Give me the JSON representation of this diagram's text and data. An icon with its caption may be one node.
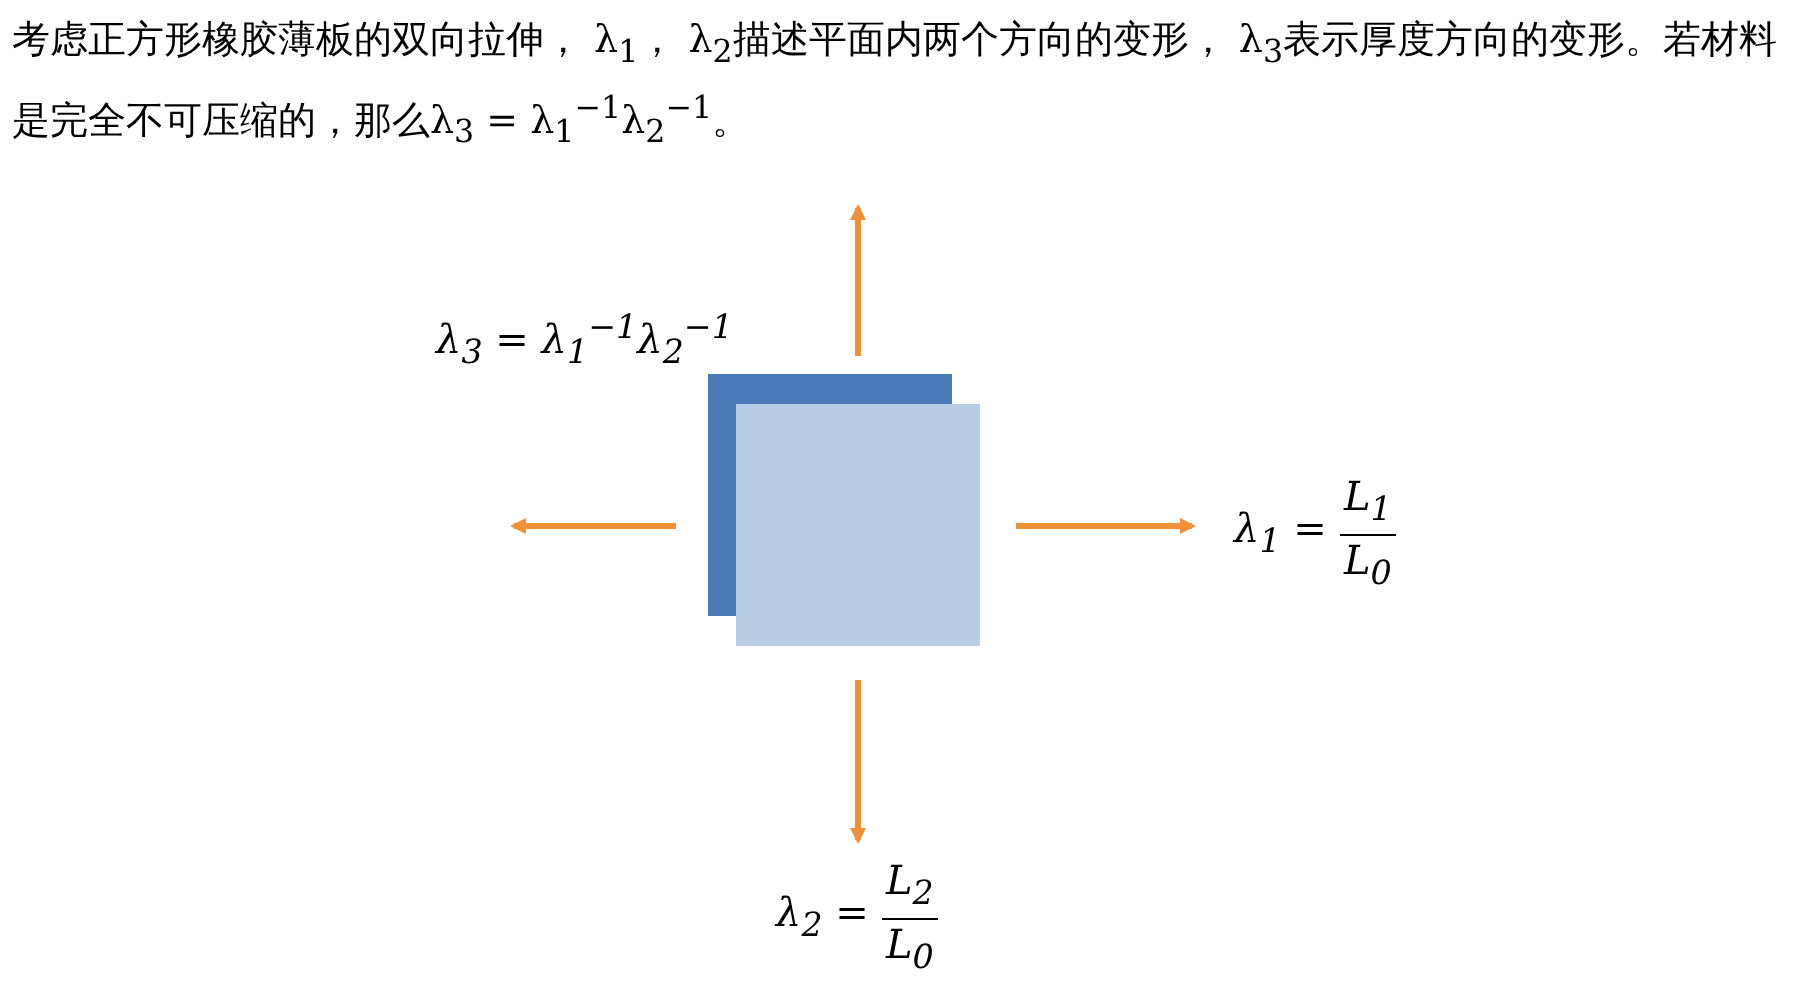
{
  "diagram": {
    "title": "考虑正方形橡胶薄板的双向拉伸， λ$_{1}$， λ$_{2}$描述平面内两个方向的变形， λ$_{3}$表示厚度方向的变形。若材料是完全不可压缩的，那么λ$_{3}$ = λ$_{1}$$^{−1}$λ$_{2}$$^{−1}$。",
    "labels": [
      "λ$_{3}$ = λ$_{1}$$^{−1}$λ$_{2}$$^{−1}$",
      "λ$_{1}$ =",
      "L$_{1}$",
      "L$_{0}$",
      "λ$_{2}$ =",
      "L$_{2}$",
      "L$_{0}$"
    ]
  }
}
